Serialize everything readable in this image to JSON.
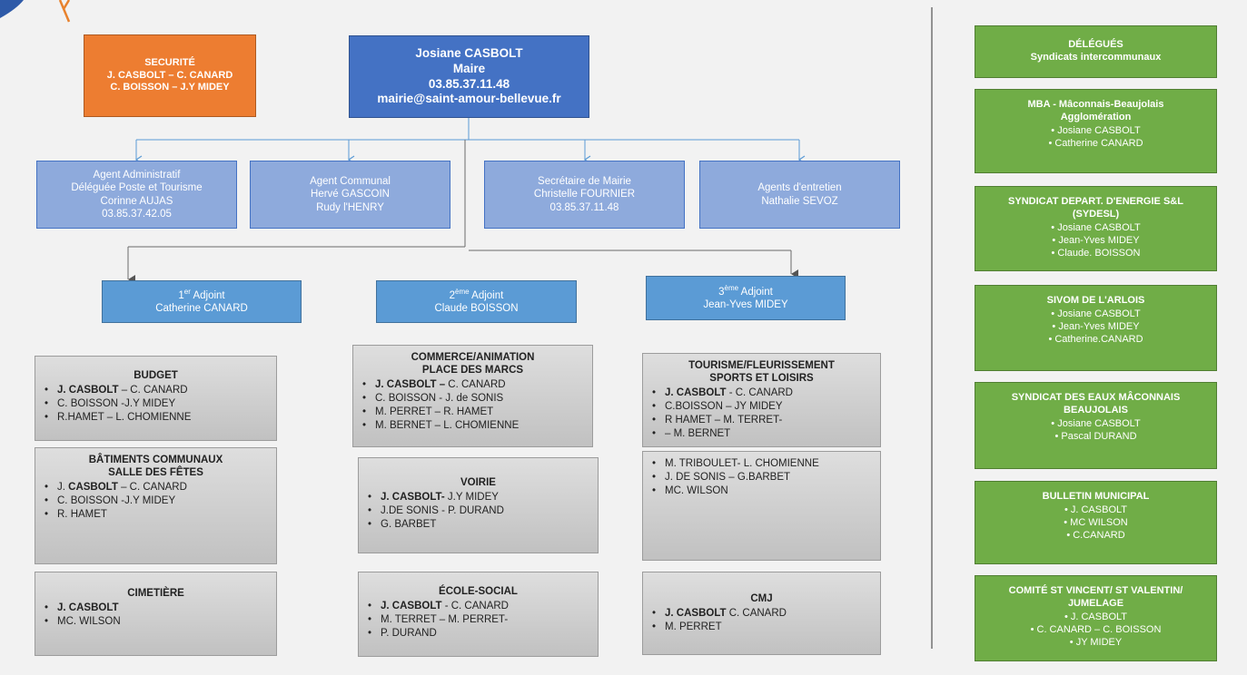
{
  "maire": {
    "name": "Josiane CASBOLT",
    "role": "Maire",
    "phone": "03.85.37.11.48",
    "email": "mairie@saint-amour-bellevue.fr"
  },
  "securite": {
    "title": "SECURITÉ",
    "line1": "J. CASBOLT – C. CANARD",
    "line2": "C. BOISSON – J.Y MIDEY"
  },
  "agents": [
    {
      "lines": [
        "Agent Administratif",
        "Déléguée Poste et Tourisme",
        "Corinne AUJAS",
        "03.85.37.42.05"
      ]
    },
    {
      "lines": [
        "Agent Communal",
        "Hervé GASCOIN",
        "Rudy l'HENRY"
      ]
    },
    {
      "lines": [
        "Secrétaire de Mairie",
        "Christelle FOURNIER",
        "03.85.37.11.48"
      ]
    },
    {
      "lines": [
        "Agents d'entretien",
        "Nathalie SEVOZ"
      ]
    }
  ],
  "adjoints": [
    {
      "num": "1",
      "sup": "er",
      "suffix": " Adjoint",
      "name": "Catherine CANARD"
    },
    {
      "num": "2",
      "sup": "ème",
      "suffix": " Adjoint",
      "name": "Claude BOISSON"
    },
    {
      "num": "3",
      "sup": "ème",
      "suffix": " Adjoint",
      "name": "Jean-Yves MIDEY"
    }
  ],
  "commissions": {
    "budget": {
      "title": [
        "BUDGET"
      ],
      "items": [
        {
          "b": "J. CASBOLT",
          "r": " – C. CANARD"
        },
        {
          "b": "",
          "r": "C. BOISSON -J.Y MIDEY"
        },
        {
          "b": "",
          "r": "R.HAMET – L. CHOMIENNE"
        }
      ]
    },
    "batiments": {
      "title": [
        "BÂTIMENTS COMMUNAUX",
        "SALLE DES FÊTES"
      ],
      "items": [
        {
          "p": "J. ",
          "b": "CASBOLT",
          "r": " – C. CANARD"
        },
        {
          "b": "",
          "r": "C. BOISSON -J.Y MIDEY"
        },
        {
          "b": "",
          "r": "R. HAMET"
        }
      ]
    },
    "cimetiere": {
      "title": [
        "CIMETIÈRE"
      ],
      "items": [
        {
          "b": "J. CASBOLT",
          "r": ""
        },
        {
          "b": "",
          "r": "MC. WILSON"
        }
      ]
    },
    "commerce": {
      "title": [
        "COMMERCE/ANIMATION",
        "PLACE DES MARCS"
      ],
      "items": [
        {
          "b": "J. CASBOLT –",
          "r": " C. CANARD"
        },
        {
          "b": "",
          "r": "C. BOISSON  - J. de SONIS"
        },
        {
          "b": "",
          "r": "M. PERRET – R. HAMET"
        },
        {
          "b": "",
          "r": "M. BERNET – L. CHOMIENNE"
        }
      ]
    },
    "voirie": {
      "title": [
        "VOIRIE"
      ],
      "items": [
        {
          "b": " J. CASBOLT-",
          "r": " J.Y MIDEY"
        },
        {
          "b": "",
          "r": "J.DE SONIS - P. DURAND"
        },
        {
          "b": "",
          "r": "G. BARBET"
        }
      ]
    },
    "ecole": {
      "title": [
        "ÉCOLE-SOCIAL"
      ],
      "items": [
        {
          "b": " J. CASBOLT",
          "r": " - C. CANARD"
        },
        {
          "b": "",
          "r": "M. TERRET – M. PERRET-"
        },
        {
          "b": "",
          "r": "P. DURAND"
        }
      ]
    },
    "tourisme": {
      "title": [
        "TOURISME/FLEURISSEMENT",
        "SPORTS ET LOISIRS"
      ],
      "items": [
        {
          "b": " J. CASBOLT",
          "r": " - C. CANARD"
        },
        {
          "b": "",
          "r": "C.BOISSON – JY MIDEY"
        },
        {
          "b": "",
          "r": "R HAMET – M. TERRET-"
        },
        {
          "b": "",
          "r": "– M. BERNET"
        }
      ]
    },
    "tourisme_suite": {
      "title": [],
      "items": [
        {
          "b": "",
          "r": "M. TRIBOULET- L. CHOMIENNE"
        },
        {
          "b": "",
          "r": "J. DE SONIS – G.BARBET"
        },
        {
          "b": "",
          "r": "MC. WILSON"
        }
      ]
    },
    "cmj": {
      "title": [
        "CMJ"
      ],
      "items": [
        {
          "b": " J. CASBOLT",
          "r": "   C. CANARD"
        },
        {
          "b": "",
          "r": "M. PERRET"
        }
      ]
    }
  },
  "syndicats": [
    {
      "title": [
        "DÉLÉGUÉS",
        "Syndicats intercommunaux"
      ],
      "members": []
    },
    {
      "title": [
        "MBA - Mâconnais-Beaujolais",
        "Agglomération"
      ],
      "members": [
        "Josiane CASBOLT",
        "Catherine CANARD"
      ]
    },
    {
      "title": [
        "SYNDICAT  DEPART. D'ENERGIE S&L",
        "(SYDESL)"
      ],
      "members": [
        "Josiane CASBOLT",
        "Jean-Yves MIDEY",
        "Claude. BOISSON"
      ]
    },
    {
      "title": [
        "SIVOM DE L'ARLOIS"
      ],
      "members": [
        "Josiane CASBOLT",
        "Jean-Yves MIDEY",
        "Catherine.CANARD"
      ]
    },
    {
      "title": [
        "SYNDICAT DES EAUX MÂCONNAIS",
        "BEAUJOLAIS"
      ],
      "members": [
        "Josiane CASBOLT",
        "Pascal DURAND"
      ]
    },
    {
      "title": [
        "BULLETIN MUNICIPAL"
      ],
      "members": [
        "J. CASBOLT",
        "MC WILSON",
        "C.CANARD"
      ]
    },
    {
      "title": [
        "COMITÉ ST VINCENT/ ST VALENTIN/",
        "JUMELAGE"
      ],
      "members": [
        "J. CASBOLT",
        "C. CANARD – C. BOISSON",
        "JY MIDEY"
      ]
    }
  ],
  "colors": {
    "maire": "#4472c4",
    "agent": "#8eaadc",
    "adjoint": "#5b9bd5",
    "securite": "#ed7d31",
    "syndicat": "#70ad47",
    "commission": "#c9c9c9"
  }
}
